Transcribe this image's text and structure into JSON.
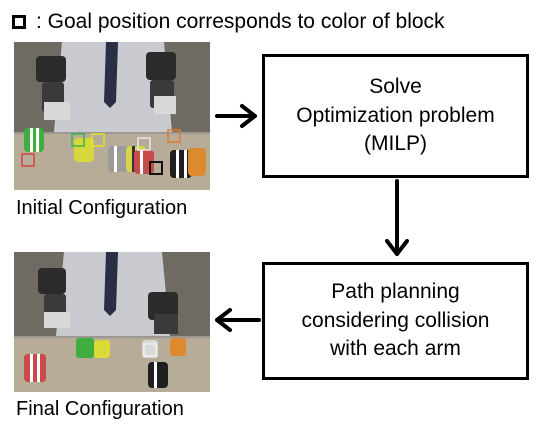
{
  "legend": {
    "text": ": Goal position corresponds to color of block"
  },
  "initial": {
    "caption": "Initial Configuration"
  },
  "final": {
    "caption": "Final Configuration"
  },
  "box_solve": {
    "lines": [
      "Solve",
      "Optimization problem",
      "(MILP)"
    ]
  },
  "box_path": {
    "lines": [
      "Path planning",
      "considering collision",
      "with each arm"
    ]
  }
}
